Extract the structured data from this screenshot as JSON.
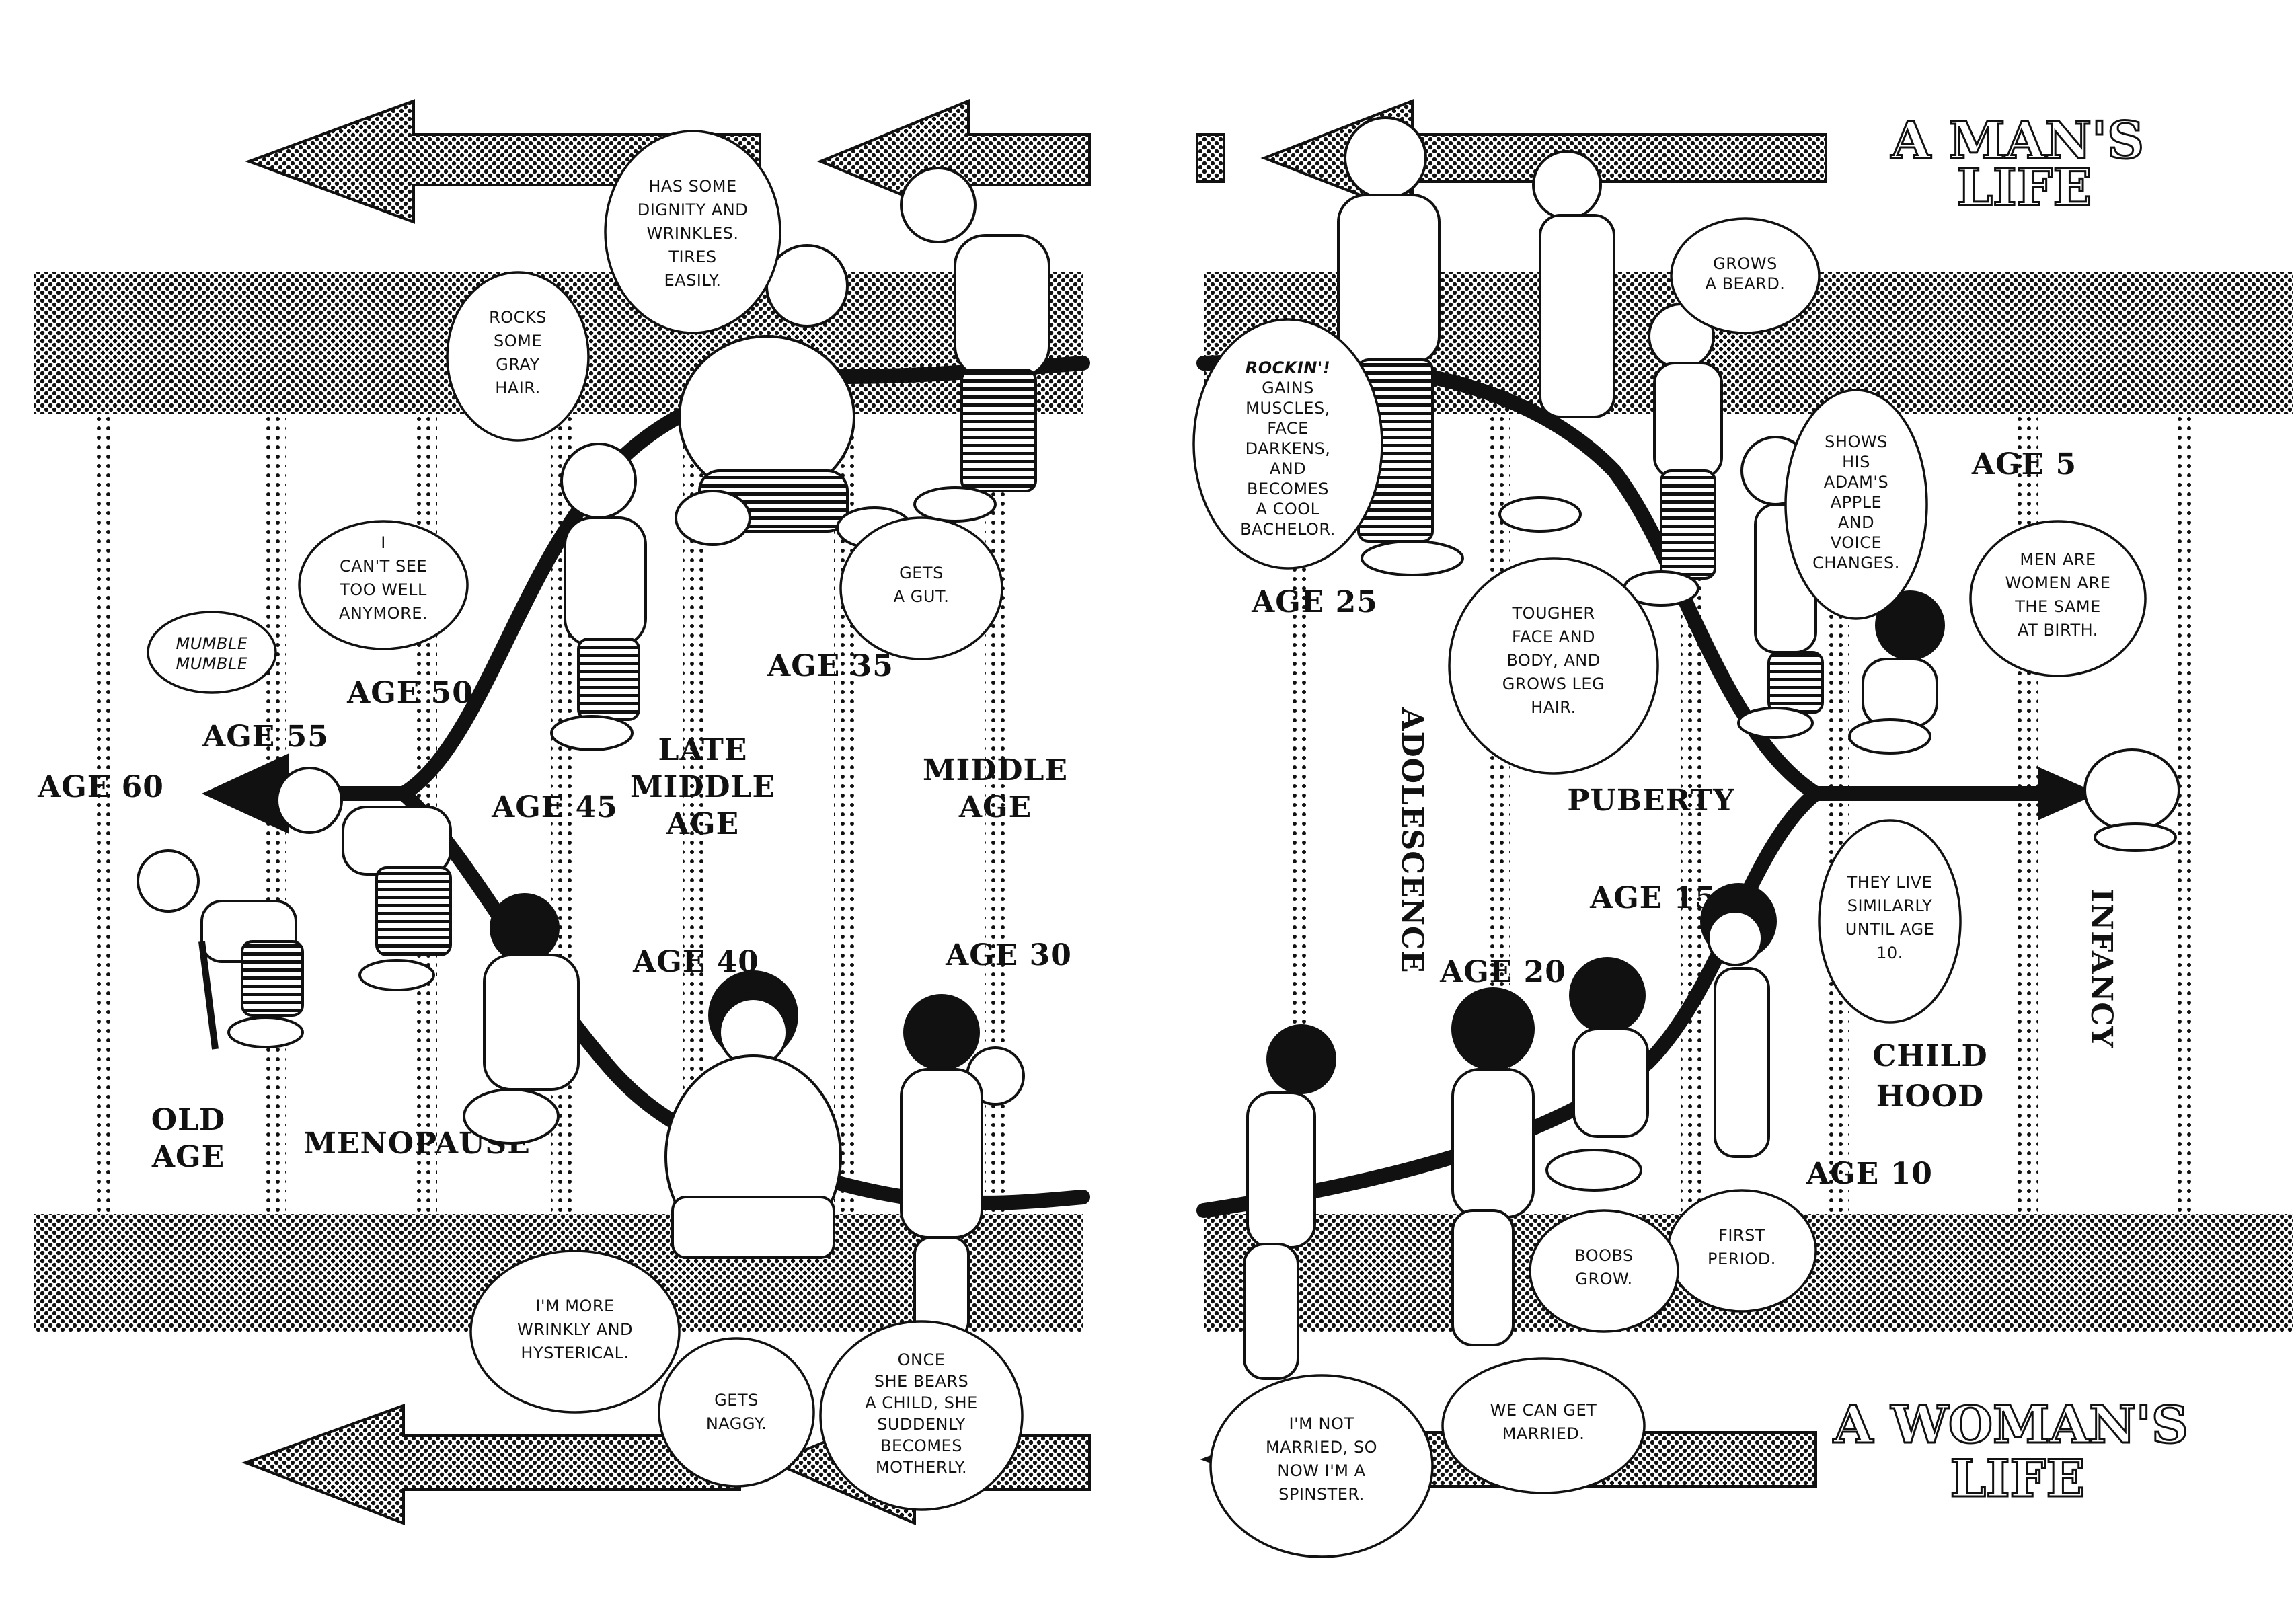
{
  "titles": {
    "man_line1": "A MAN'S",
    "man_line2": "LIFE",
    "woman_line1": "A WOMAN'S",
    "woman_line2": "LIFE"
  },
  "ages": {
    "age60": "AGE 60",
    "age55": "AGE 55",
    "age50": "AGE 50",
    "age45": "AGE 45",
    "age40": "AGE 40",
    "age35": "AGE 35",
    "age30": "AGE 30",
    "age25": "AGE 25",
    "age20": "AGE 20",
    "age15": "AGE 15",
    "age10": "AGE 10",
    "age5": "AGE 5"
  },
  "stages": {
    "old_age_1": "OLD",
    "old_age_2": "AGE",
    "menopause": "MENOPAUSE",
    "late_middle_1": "LATE",
    "late_middle_2": "MIDDLE",
    "late_middle_3": "AGE",
    "middle_1": "MIDDLE",
    "middle_2": "AGE",
    "puberty": "PUBERTY",
    "adolescence": "ADOLESCENCE",
    "childhood_1": "CHILD",
    "childhood_2": "HOOD",
    "infancy": "INFANCY"
  },
  "bubbles": {
    "mumble": [
      "MUMBLE",
      "MUMBLE"
    ],
    "cant_see": [
      "I",
      "CAN'T SEE",
      "TOO WELL",
      "ANYMORE."
    ],
    "gray_hair": [
      "ROCKS",
      "SOME",
      "GRAY",
      "HAIR."
    ],
    "dignity": [
      "HAS SOME",
      "DIGNITY AND",
      "WRINKLES.",
      "TIRES",
      "EASILY."
    ],
    "gut": [
      "GETS",
      "A GUT."
    ],
    "rockin_title": "ROCKIN'!",
    "rockin": [
      "GAINS",
      "MUSCLES,",
      "FACE",
      "DARKENS,",
      "AND",
      "BECOMES",
      "A COOL",
      "BACHELOR."
    ],
    "tougher": [
      "TOUGHER",
      "FACE AND",
      "BODY, AND",
      "GROWS LEG",
      "HAIR."
    ],
    "beard": [
      "GROWS",
      "A BEARD."
    ],
    "adams_apple": [
      "SHOWS",
      "HIS",
      "ADAM'S",
      "APPLE",
      "AND",
      "VOICE",
      "CHANGES."
    ],
    "same_at_birth": [
      "MEN ARE",
      "WOMEN ARE",
      "THE SAME",
      "AT BIRTH."
    ],
    "live_similarly": [
      "THEY LIVE",
      "SIMILARLY",
      "UNTIL AGE",
      "10."
    ],
    "first_period": [
      "FIRST",
      "PERIOD."
    ],
    "boobs": [
      "BOOBS",
      "GROW."
    ],
    "married": [
      "WE CAN GET",
      "MARRIED."
    ],
    "spinster": [
      "I'M NOT",
      "MARRIED, SO",
      "NOW I'M A",
      "SPINSTER."
    ],
    "wrinkly": [
      "I'M MORE",
      "WRINKLY AND",
      "HYSTERICAL."
    ],
    "naggy": [
      "GETS",
      "NAGGY."
    ],
    "motherly": [
      "ONCE",
      "SHE BEARS",
      "A CHILD, SHE",
      "SUDDENLY",
      "BECOMES",
      "MOTHERLY."
    ]
  }
}
